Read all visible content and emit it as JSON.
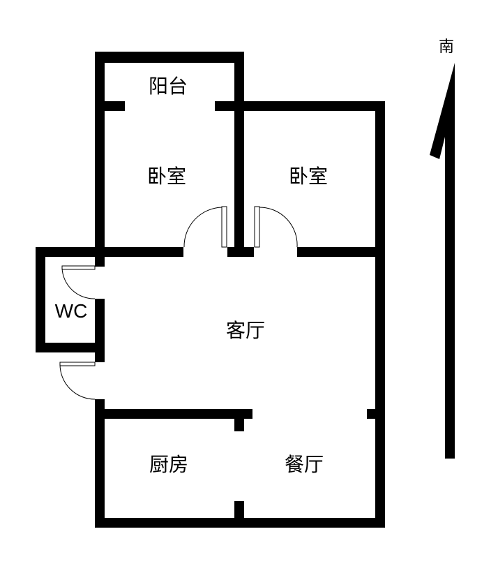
{
  "rooms": {
    "balcony": "阳台",
    "bedroom_left": "卧室",
    "bedroom_right": "卧室",
    "wc": "WC",
    "living_room": "客厅",
    "kitchen": "厨房",
    "dining_room": "餐厅"
  },
  "compass": {
    "label": "南"
  },
  "colors": {
    "wall": "#000000",
    "background": "#ffffff"
  }
}
